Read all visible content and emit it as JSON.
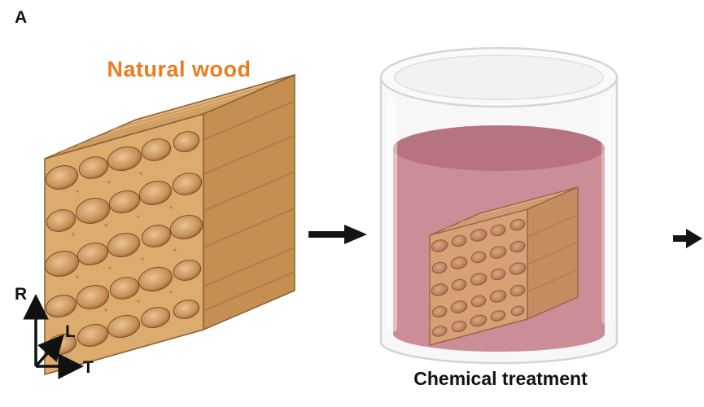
{
  "panel": {
    "label": "A"
  },
  "labels": {
    "natural_wood": "Natural wood",
    "chemical_treatment": "Chemical treatment"
  },
  "axes": {
    "r": "R",
    "l": "L",
    "t": "T"
  },
  "icons": {
    "process_arrow_1": "right-arrow",
    "process_arrow_2": "right-arrow",
    "axis_arrows": "r-l-t-coordinate-arrows"
  },
  "colors": {
    "background": "#FFFFFF",
    "text": "#111111",
    "arrow": "#141414",
    "natural_wood_label": "#ED7C1F",
    "wood_front": "#DCAB6E",
    "wood_top": "#E3B67E",
    "wood_side": "#C68F52",
    "pore_rim": "#7A5128",
    "liquid": "#C6858F",
    "liquid_surface": "#B26D79",
    "glass": "#D3D5DA"
  }
}
